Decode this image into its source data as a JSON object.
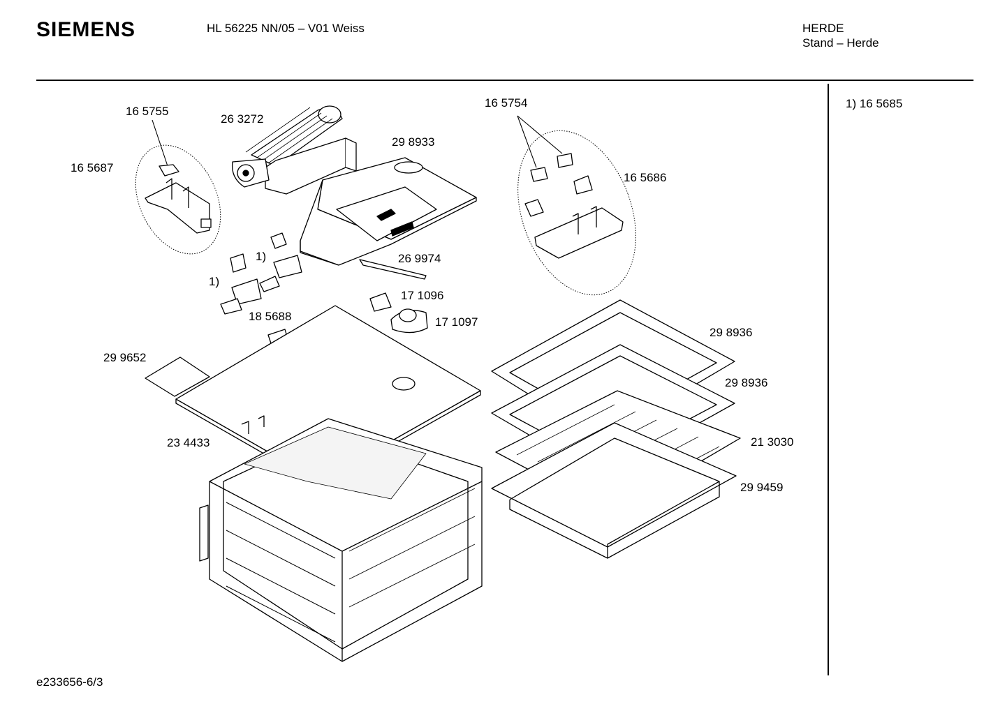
{
  "header": {
    "brand": "SIEMENS",
    "model": "HL 56225 NN/05 – V01 Weiss",
    "category": "HERDE",
    "subcategory": "Stand – Herde"
  },
  "footnotes": [
    "1)  16 5685"
  ],
  "document_id": "e233656-6/3",
  "parts": [
    {
      "label": "16 5755"
    },
    {
      "label": "26 3272"
    },
    {
      "label": "16 5687"
    },
    {
      "label": "29 8933"
    },
    {
      "label": "16 5754"
    },
    {
      "label": "16 5686"
    },
    {
      "label": "1)"
    },
    {
      "label": "1)"
    },
    {
      "label": "26 9974"
    },
    {
      "label": "17 1096"
    },
    {
      "label": "17 1097"
    },
    {
      "label": "18 5688"
    },
    {
      "label": "29 9652"
    },
    {
      "label": "29 8936"
    },
    {
      "label": "29 8936"
    },
    {
      "label": "21 3030"
    },
    {
      "label": "23 4433"
    },
    {
      "label": "29 9459"
    }
  ]
}
